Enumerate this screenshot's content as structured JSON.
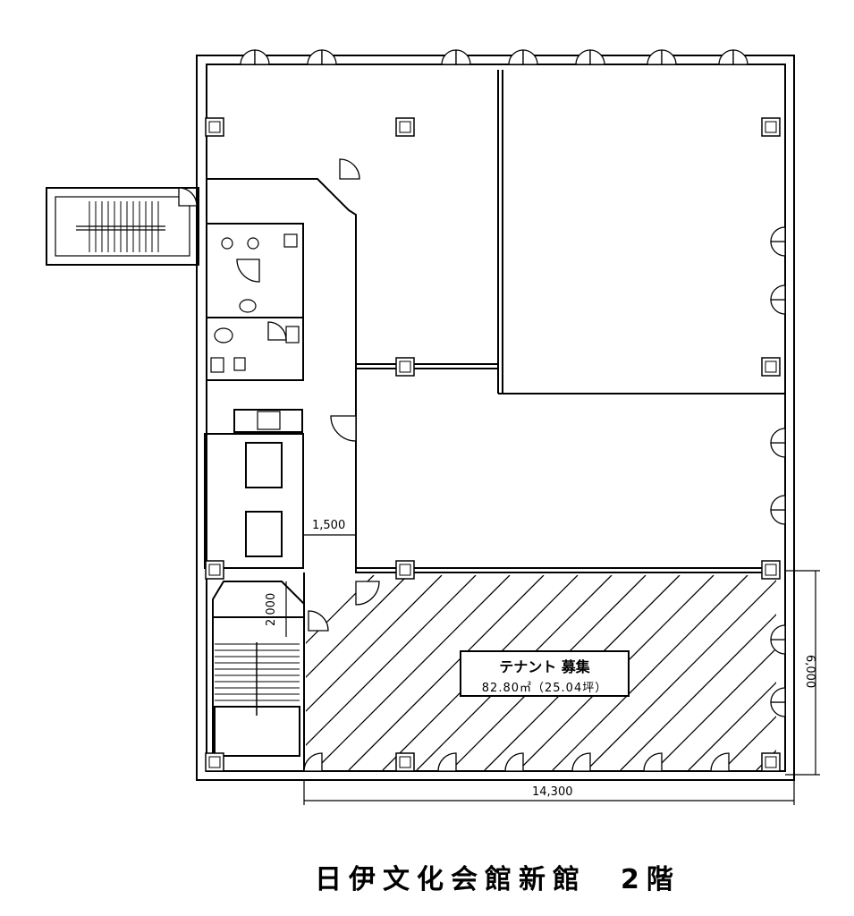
{
  "title": "日伊文化会館新館　2階",
  "tenant": {
    "label": "テナント 募集",
    "area": "82.80㎡（25.04坪）"
  },
  "dimensions": {
    "corridor_width": "1,500",
    "stair_landing": "2,000",
    "tenant_depth": "6,000",
    "building_width": "14,300"
  }
}
